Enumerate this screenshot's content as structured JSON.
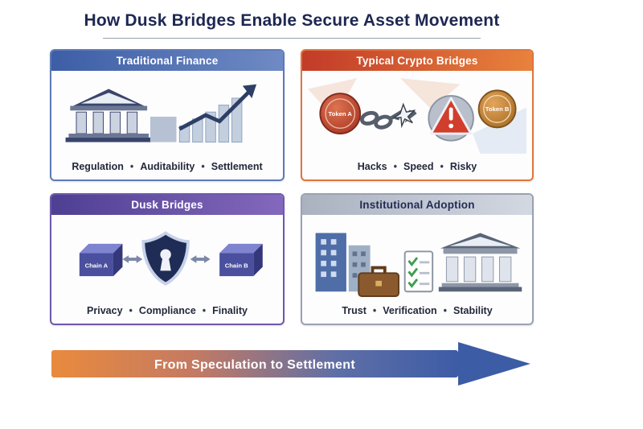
{
  "title": "How Dusk Bridges Enable Secure Asset Movement",
  "panels": [
    {
      "title": "Traditional Finance",
      "items": [
        "Regulation",
        "Auditability",
        "Settlement"
      ],
      "accent": "#3d5ea6"
    },
    {
      "title": "Typical Crypto Bridges",
      "items": [
        "Hacks",
        "Speed",
        "Risky"
      ],
      "token_a": "Token A",
      "token_b": "Token B",
      "accent": "#d4502e"
    },
    {
      "title": "Dusk Bridges",
      "items": [
        "Privacy",
        "Compliance",
        "Finality"
      ],
      "chain_a": "Chain A",
      "chain_b": "Chain B",
      "accent": "#6a4fa3"
    },
    {
      "title": "Institutional Adoption",
      "items": [
        "Trust",
        "Verification",
        "Stability"
      ],
      "accent": "#8d97a8"
    }
  ],
  "arrow": {
    "label": "From Speculation to Settlement",
    "gradient_start": "#e98a3d",
    "gradient_end": "#3d5ca6"
  }
}
